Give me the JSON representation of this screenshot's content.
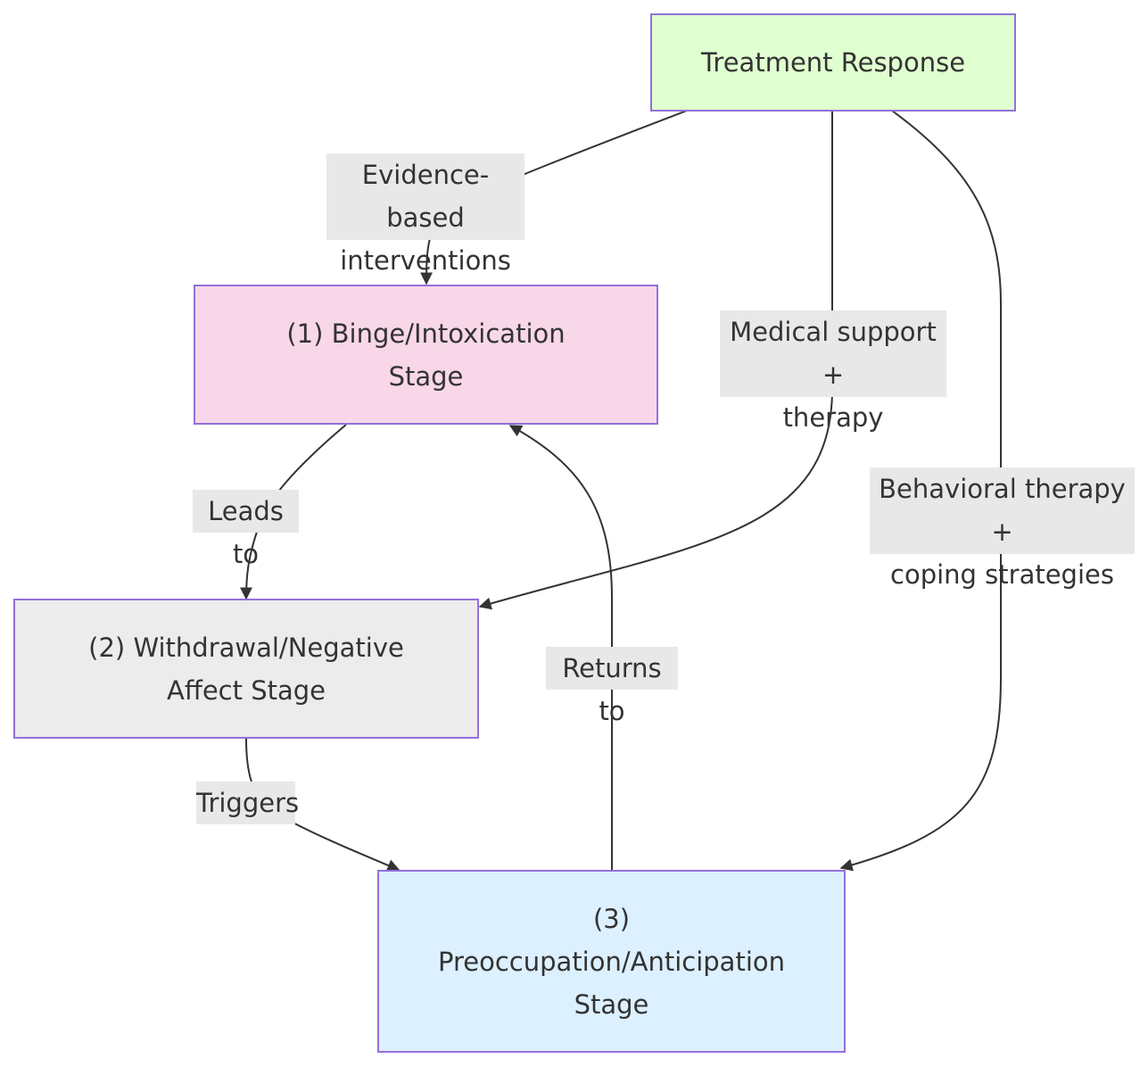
{
  "nodes": {
    "treatment": {
      "lines": [
        "Treatment Response"
      ],
      "fill": "#e0ffd0"
    },
    "binge": {
      "lines": [
        "(1) Binge/Intoxication",
        "Stage"
      ],
      "fill": "#f8d7e8"
    },
    "withdrawal": {
      "lines": [
        "(2) Withdrawal/Negative",
        "Affect Stage"
      ],
      "fill": "#ececec"
    },
    "preoccupation": {
      "lines": [
        "(3)",
        "Preoccupation/Anticipation",
        "Stage"
      ],
      "fill": "#dcf0ff"
    }
  },
  "edges": {
    "evidence": {
      "from": "treatment",
      "to": "binge",
      "lines": [
        "Evidence-based",
        "interventions"
      ]
    },
    "medical": {
      "from": "treatment",
      "to": "withdrawal",
      "lines": [
        "Medical support +",
        "therapy"
      ]
    },
    "behavioral": {
      "from": "treatment",
      "to": "preoccupation",
      "lines": [
        "Behavioral therapy +",
        "coping strategies"
      ]
    },
    "leads": {
      "from": "binge",
      "to": "withdrawal",
      "lines": [
        "Leads to"
      ]
    },
    "triggers": {
      "from": "withdrawal",
      "to": "preoccupation",
      "lines": [
        "Triggers"
      ]
    },
    "returns": {
      "from": "preoccupation",
      "to": "binge",
      "lines": [
        "Returns to"
      ]
    }
  },
  "colors": {
    "node_border": "#9370DB",
    "edge": "#333333",
    "label_bg": "#e8e8e8"
  }
}
